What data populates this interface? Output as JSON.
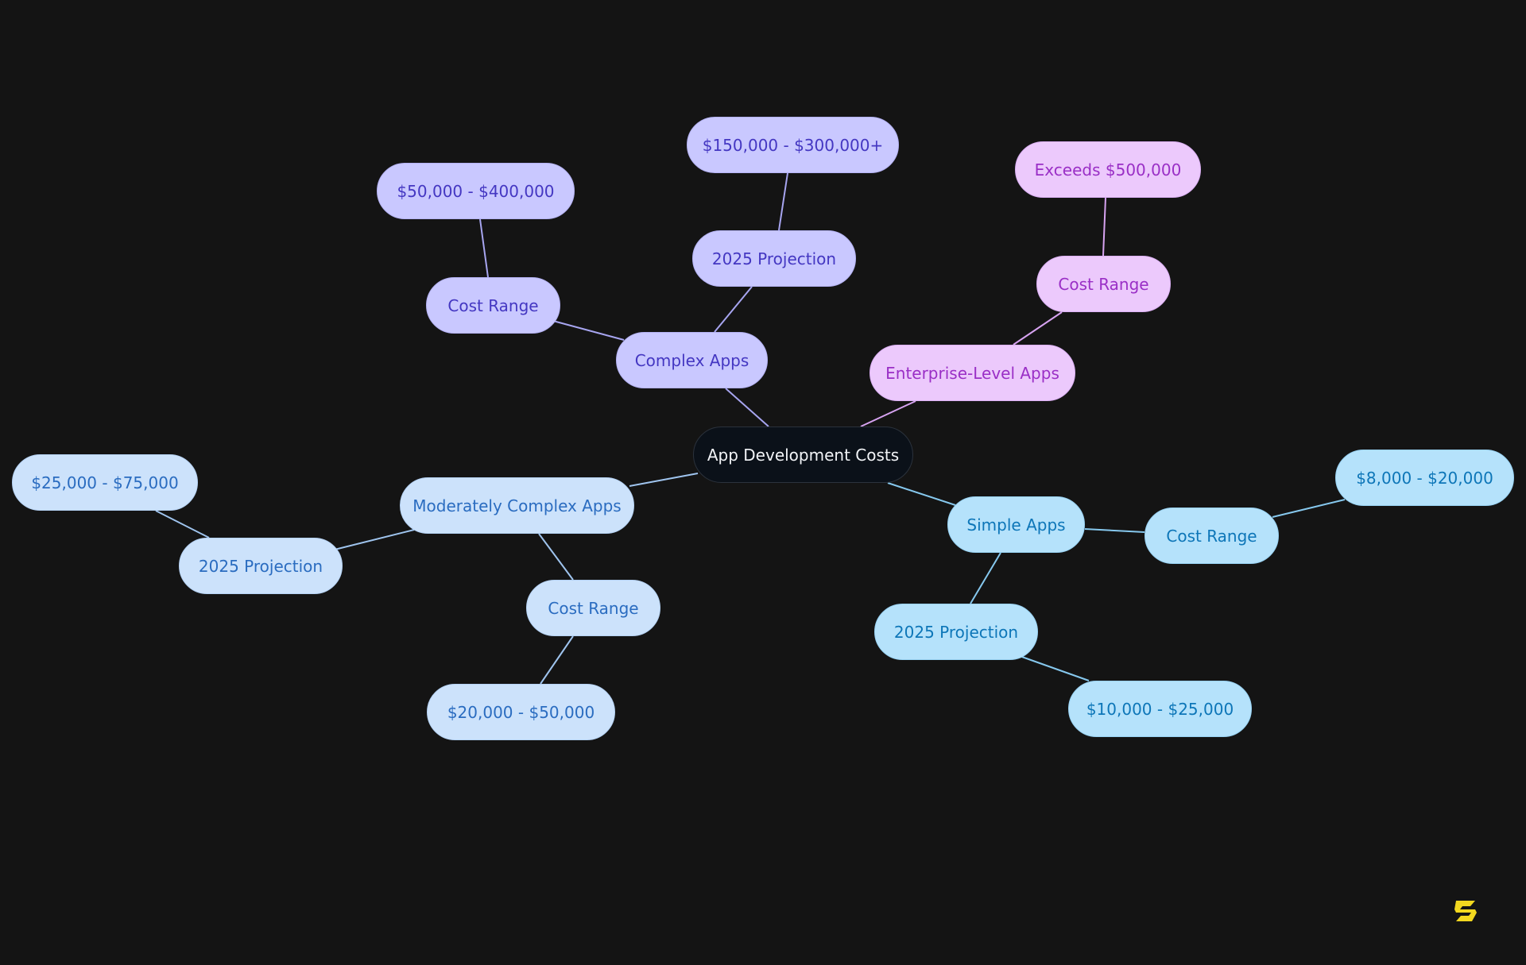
{
  "diagram": {
    "type": "mindmap",
    "root": "App Development Costs",
    "branches": [
      {
        "name": "Complex Apps",
        "color": "#c9c8ff",
        "children": [
          {
            "name": "Cost Range",
            "children": [
              "$50,000 - $400,000"
            ]
          },
          {
            "name": "2025 Projection",
            "children": [
              "$150,000 - $300,000+"
            ]
          }
        ]
      },
      {
        "name": "Enterprise-Level Apps",
        "color": "#ecc9fc",
        "children": [
          {
            "name": "Cost Range",
            "children": [
              "Exceeds $500,000"
            ]
          }
        ]
      },
      {
        "name": "Moderately Complex Apps",
        "color": "#cce2fb",
        "children": [
          {
            "name": "2025 Projection",
            "children": [
              "$25,000 - $75,000"
            ]
          },
          {
            "name": "Cost Range",
            "children": [
              "$20,000 - $50,000"
            ]
          }
        ]
      },
      {
        "name": "Simple Apps",
        "color": "#b5e2fb",
        "children": [
          {
            "name": "Cost Range",
            "children": [
              "$8,000 - $20,000"
            ]
          },
          {
            "name": "2025 Projection",
            "children": [
              "$10,000 - $25,000"
            ]
          }
        ]
      }
    ]
  },
  "edge_colors": {
    "violet": "#a7a5f0",
    "purple": "#d7a3f1",
    "lblue": "#9fc4ee",
    "sky": "#86c8ee"
  },
  "logo": {
    "icon": "s-logo-icon",
    "color": "#f2d81f"
  }
}
